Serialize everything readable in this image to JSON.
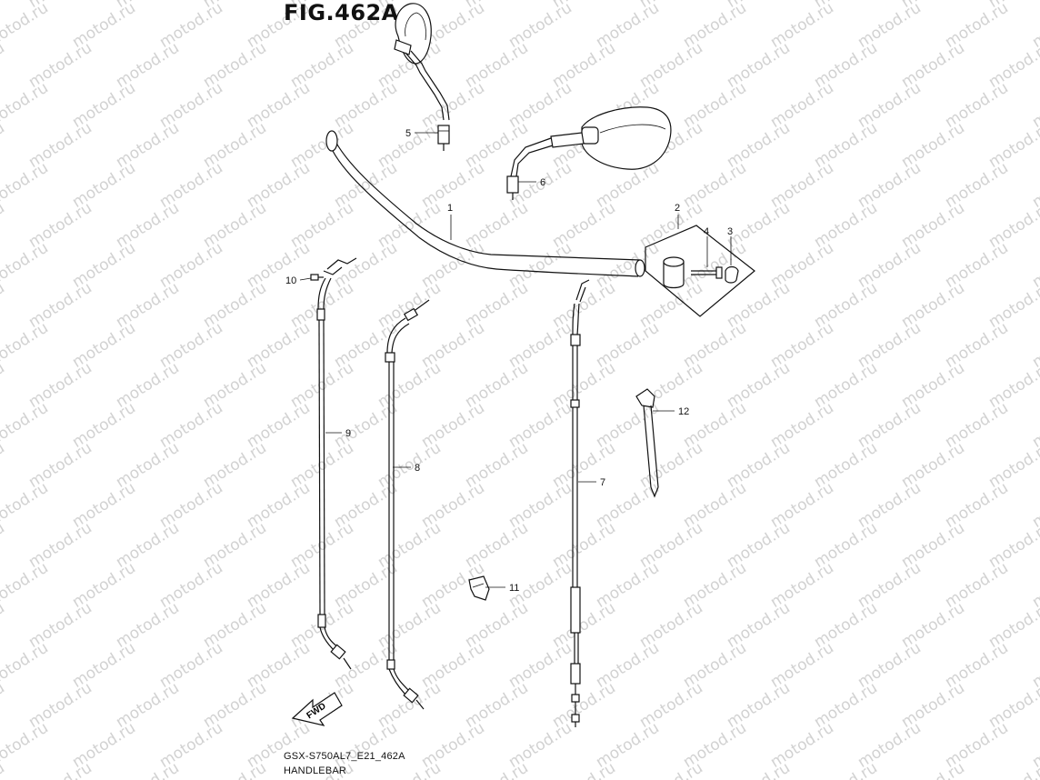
{
  "figure": {
    "title": "FIG.462A",
    "model_code": "GSX-S750AL7_E21_462A",
    "section_name": "HANDLEBAR"
  },
  "watermark": "motod.ru",
  "fwd_label": "FWD",
  "callouts": [
    "1",
    "2",
    "3",
    "4",
    "5",
    "6",
    "7",
    "8",
    "9",
    "10",
    "11",
    "12"
  ],
  "colors": {
    "line": "#111111",
    "watermark": "#d2d2d2",
    "background": "#ffffff"
  }
}
